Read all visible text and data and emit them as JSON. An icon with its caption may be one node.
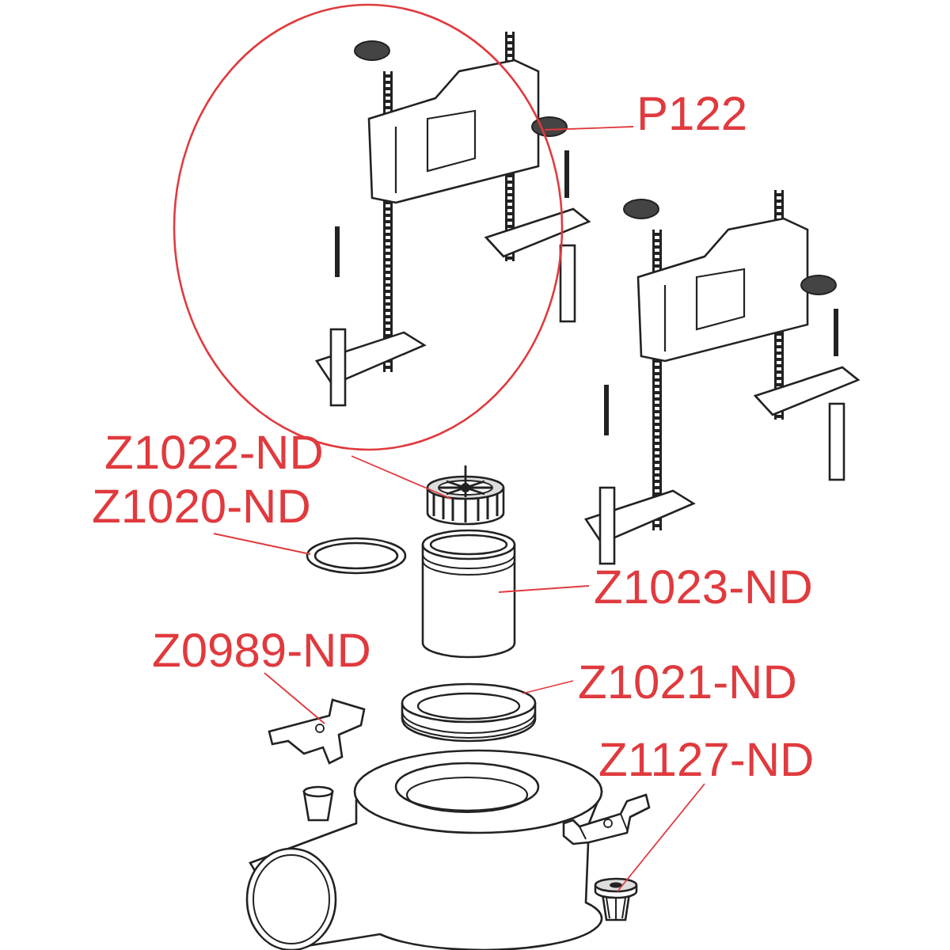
{
  "diagram": {
    "nodes": [
      {
        "text": [
          "P122"
        ]
      },
      {
        "text": [],
        "shape": "circle"
      },
      {
        "text": [
          "Z1022-ND"
        ]
      },
      {
        "text": [],
        "shape": "picture"
      },
      {
        "text": [
          "Z1020-ND"
        ]
      },
      {
        "text": [],
        "shape": "picture"
      },
      {
        "text": [
          "Z1023-ND"
        ]
      },
      {
        "text": [],
        "shape": "picture"
      },
      {
        "text": [
          "Z0989-ND"
        ]
      },
      {
        "text": [],
        "shape": "picture"
      },
      {
        "text": [
          "Z1021-ND"
        ]
      },
      {
        "text": [],
        "shape": "picture"
      },
      {
        "text": [
          "Z1127-ND"
        ]
      },
      {
        "text": [],
        "shape": "picture"
      }
    ],
    "edges": [
      {
        "from": 0,
        "to": 1,
        "arrow": "none"
      },
      {
        "from": 2,
        "to": 3,
        "arrow": "none"
      },
      {
        "from": 4,
        "to": 5,
        "arrow": "none"
      },
      {
        "from": 6,
        "to": 7,
        "arrow": "none"
      },
      {
        "from": 8,
        "to": 9,
        "arrow": "none"
      },
      {
        "from": 10,
        "to": 11,
        "arrow": "none"
      },
      {
        "from": 12,
        "to": 13,
        "arrow": "none"
      }
    ]
  }
}
